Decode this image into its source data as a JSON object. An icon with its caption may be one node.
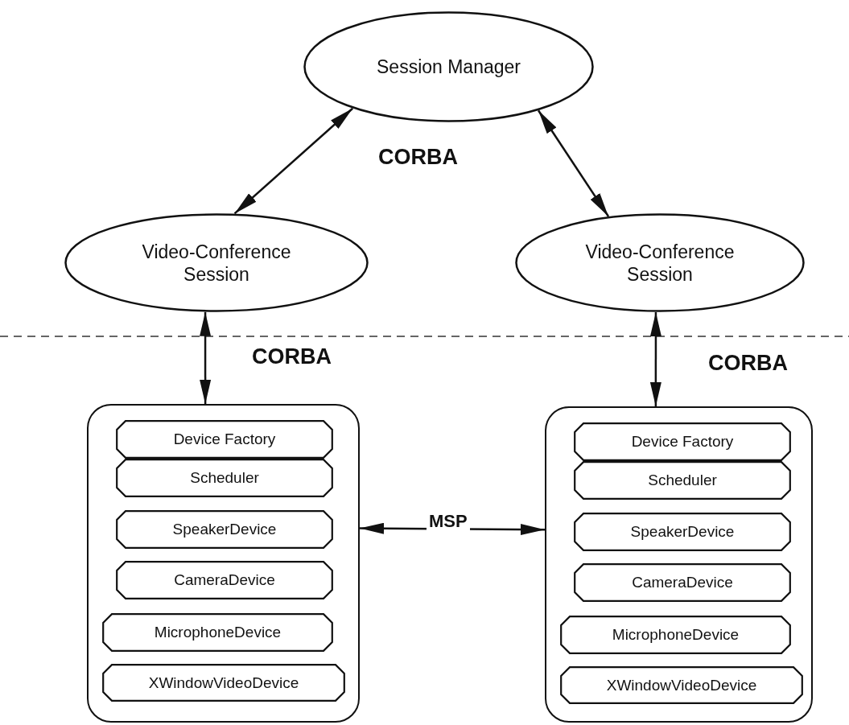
{
  "diagram": {
    "nodes": [
      {
        "text": [
          "Session Manager"
        ]
      },
      {
        "text": [
          "Video-Conference Session"
        ]
      },
      {
        "text": [
          "Video-Conference Session"
        ]
      },
      {
        "text": [],
        "shape": "box"
      },
      {
        "text": [
          "Device Factory"
        ],
        "in": 3
      },
      {
        "text": [
          "Scheduler"
        ],
        "in": 3
      },
      {
        "text": [
          "SpeakerDevice"
        ],
        "in": 3
      },
      {
        "text": [
          "CameraDevice"
        ],
        "in": 3
      },
      {
        "text": [
          "MicrophoneDevice"
        ],
        "in": 3
      },
      {
        "text": [
          "XWindowVideoDevice"
        ],
        "in": 3
      },
      {
        "text": [],
        "shape": "box"
      },
      {
        "text": [
          "Device Factory"
        ],
        "in": 10
      },
      {
        "text": [
          "Scheduler"
        ],
        "in": 10
      },
      {
        "text": [
          "SpeakerDevice"
        ],
        "in": 10
      },
      {
        "text": [
          "CameraDevice"
        ],
        "in": 10
      },
      {
        "text": [
          "MicrophoneDevice"
        ],
        "in": 10
      },
      {
        "text": [
          "XWindowVideoDevice"
        ],
        "in": 10
      }
    ],
    "edges": [
      {
        "from": 0,
        "to": 1,
        "arrow": "both"
      },
      {
        "from": 0,
        "to": 2,
        "arrow": "both"
      },
      {
        "from": 1,
        "to": 3,
        "arrow": "both"
      },
      {
        "from": 2,
        "to": 10,
        "arrow": "both"
      },
      {
        "from": 3,
        "to": 10,
        "arrow": "both",
        "label": "MSP"
      }
    ],
    "labels": [
      "CORBA",
      "CORBA",
      "CORBA"
    ]
  }
}
